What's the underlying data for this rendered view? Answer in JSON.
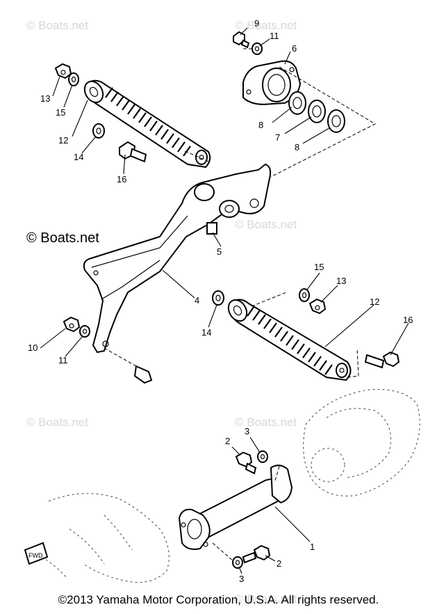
{
  "watermarks": [
    "© Boats.net",
    "© Boats.net",
    "© Boats.net",
    "© Boats.net",
    "© Boats.net",
    "© Boats.net"
  ],
  "watermark_main": "© Boats.net",
  "copyright": "©2013 Yamaha Motor Corporation, U.S.A. All rights reserved.",
  "callouts": [
    "9",
    "11",
    "6",
    "13",
    "15",
    "8",
    "7",
    "8",
    "12",
    "14",
    "16",
    "5",
    "4",
    "15",
    "13",
    "12",
    "10",
    "11",
    "14",
    "16",
    "2",
    "3",
    "1",
    "2",
    "3"
  ],
  "fwd_label": "FWD"
}
